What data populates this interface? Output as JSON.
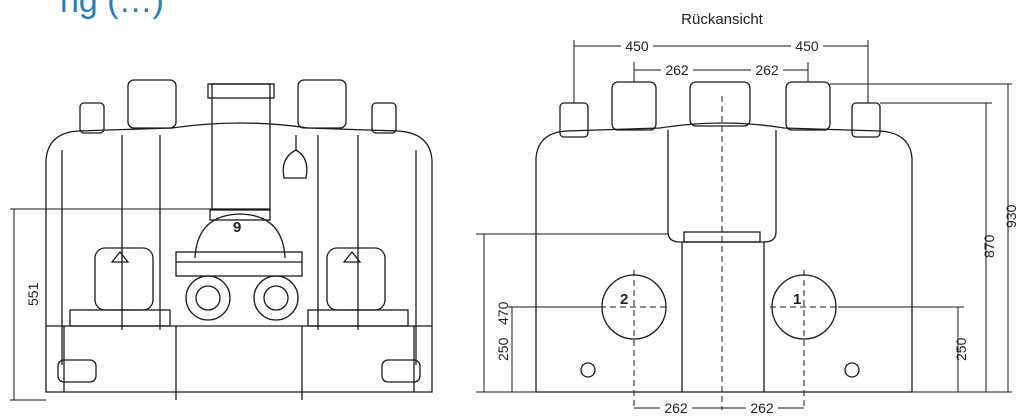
{
  "title_fragment": "ng (…)",
  "rear_view_label": "Rückansicht",
  "front_view": {
    "marker_9": "9",
    "dim_height_551": "551"
  },
  "rear_view": {
    "dim_top_left_450": "450",
    "dim_top_right_450": "450",
    "dim_top_left_262": "262",
    "dim_top_right_262": "262",
    "dim_bottom_left_262": "262",
    "dim_bottom_right_262": "262",
    "dim_left_470": "470",
    "dim_left_250": "250",
    "dim_right_250": "250",
    "dim_right_870": "870",
    "dim_right_930": "930",
    "marker_1": "1",
    "marker_2": "2"
  }
}
